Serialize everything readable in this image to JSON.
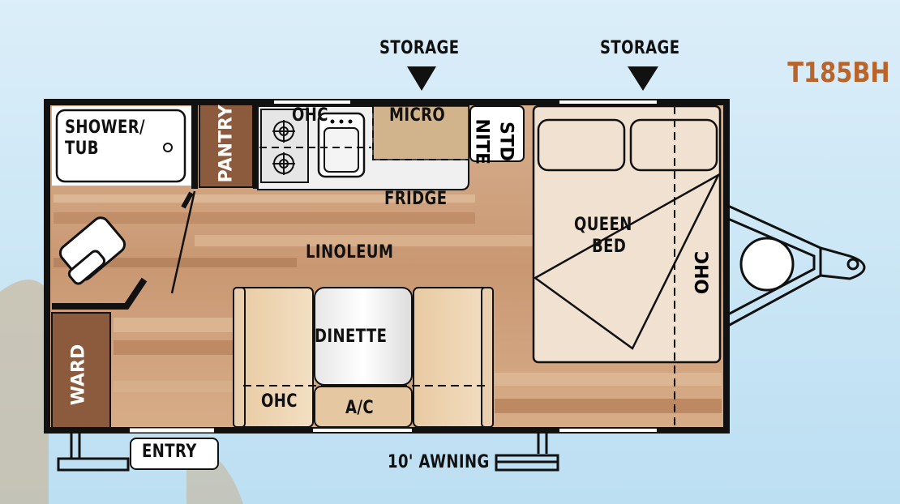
{
  "model": "T185BH",
  "labels": {
    "storage_left": "STORAGE",
    "storage_right": "STORAGE",
    "shower_line1": "SHOWER/",
    "shower_line2": "TUB",
    "pantry": "PANTRY",
    "ohc_kitchen": "OHC",
    "micro": "MICRO",
    "nite": "NITE",
    "std": "STD",
    "fridge": "FRIDGE",
    "linoleum": "LINOLEUM",
    "queen_line1": "QUEEN",
    "queen_line2": "BED",
    "ohc_bed": "OHC",
    "dinette": "DINETTE",
    "ohc_dinette": "OHC",
    "ac": "A/C",
    "ward": "WARD",
    "entry": "ENTRY",
    "awning": "10' AWNING"
  },
  "colors": {
    "sky": "#d8ecf8",
    "wall": "#111111",
    "wood": "#c99873",
    "cabinet": "#8c5a3c",
    "counter": "#d2b48c",
    "bed": "#f1e1d0",
    "model_text": "#b8642a"
  }
}
